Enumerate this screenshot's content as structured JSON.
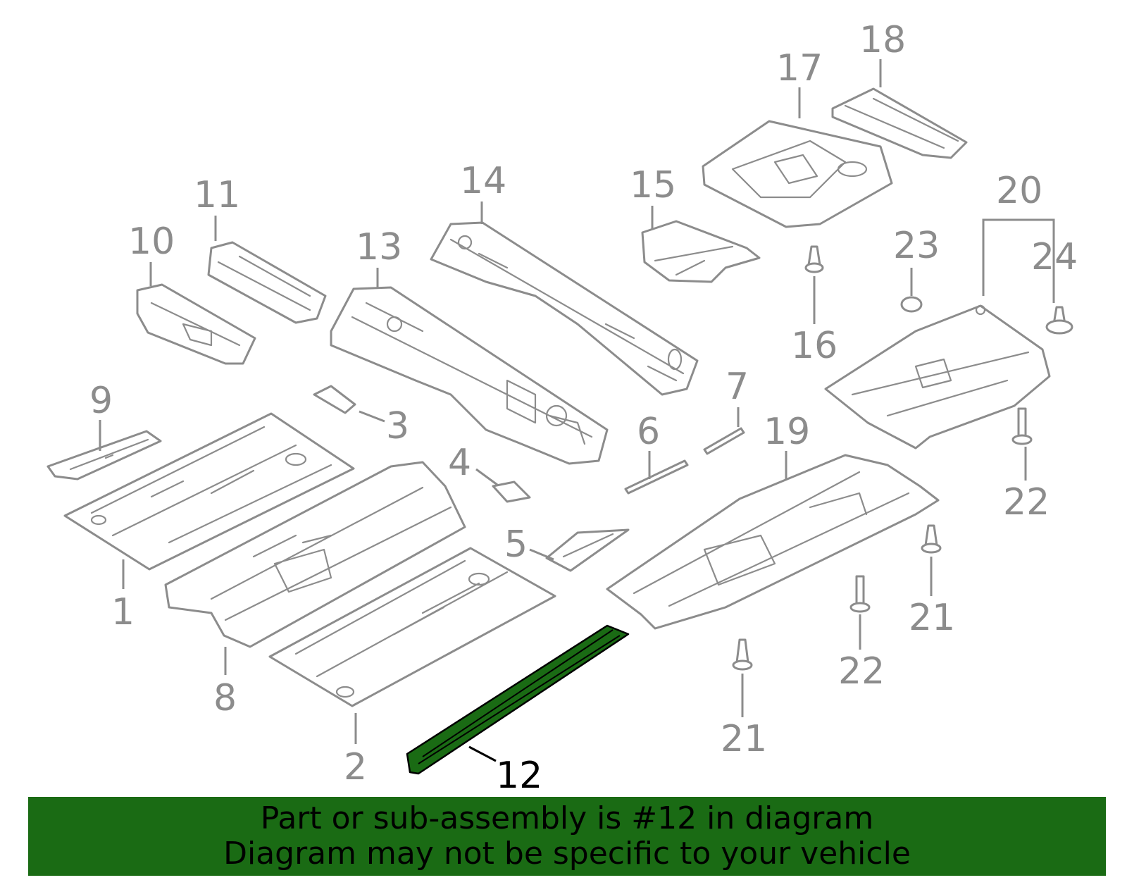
{
  "diagram": {
    "highlight_color": "#1a6b14",
    "line_color": "#8c8c8c",
    "callouts": [
      {
        "id": "c1",
        "label": "1"
      },
      {
        "id": "c2",
        "label": "2"
      },
      {
        "id": "c3",
        "label": "3"
      },
      {
        "id": "c4",
        "label": "4"
      },
      {
        "id": "c5",
        "label": "5"
      },
      {
        "id": "c6",
        "label": "6"
      },
      {
        "id": "c7",
        "label": "7"
      },
      {
        "id": "c8",
        "label": "8"
      },
      {
        "id": "c9",
        "label": "9"
      },
      {
        "id": "c10",
        "label": "10"
      },
      {
        "id": "c11",
        "label": "11"
      },
      {
        "id": "c12",
        "label": "12"
      },
      {
        "id": "c13",
        "label": "13"
      },
      {
        "id": "c14",
        "label": "14"
      },
      {
        "id": "c15",
        "label": "15"
      },
      {
        "id": "c16",
        "label": "16"
      },
      {
        "id": "c17",
        "label": "17"
      },
      {
        "id": "c18",
        "label": "18"
      },
      {
        "id": "c19",
        "label": "19"
      },
      {
        "id": "c20",
        "label": "20"
      },
      {
        "id": "c21a",
        "label": "21"
      },
      {
        "id": "c21b",
        "label": "21"
      },
      {
        "id": "c22a",
        "label": "22"
      },
      {
        "id": "c22b",
        "label": "22"
      },
      {
        "id": "c23",
        "label": "23"
      },
      {
        "id": "c24",
        "label": "24"
      }
    ]
  },
  "footer": {
    "line1": "Part or sub-assembly is #12 in diagram",
    "line2": "Diagram may not be specific to your vehicle",
    "background": "#1a6b14"
  }
}
